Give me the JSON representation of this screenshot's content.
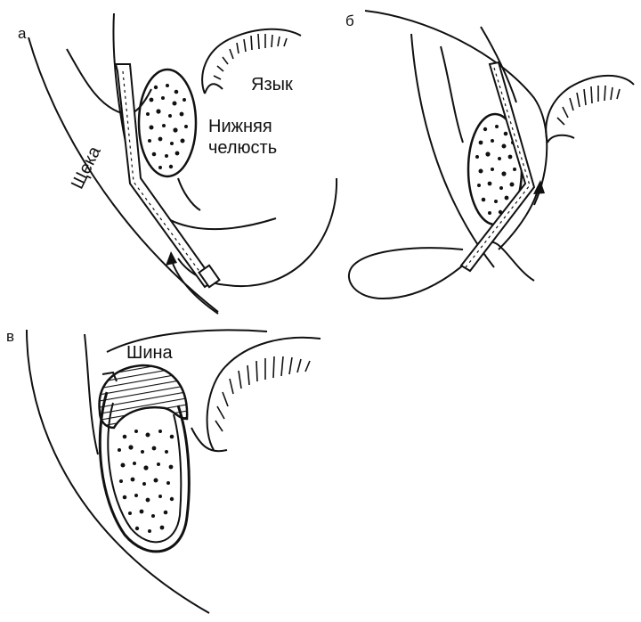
{
  "panels": [
    {
      "id": "a",
      "letter": "а"
    },
    {
      "id": "b",
      "letter": "б"
    },
    {
      "id": "v",
      "letter": "в"
    }
  ],
  "labels": {
    "tongue": "Язык",
    "mandible_line1": "Нижняя",
    "mandible_line2": "челюсть",
    "cheek": "Щека",
    "splint": "Шина"
  },
  "colors": {
    "ink": "#111111",
    "background": "#ffffff"
  }
}
